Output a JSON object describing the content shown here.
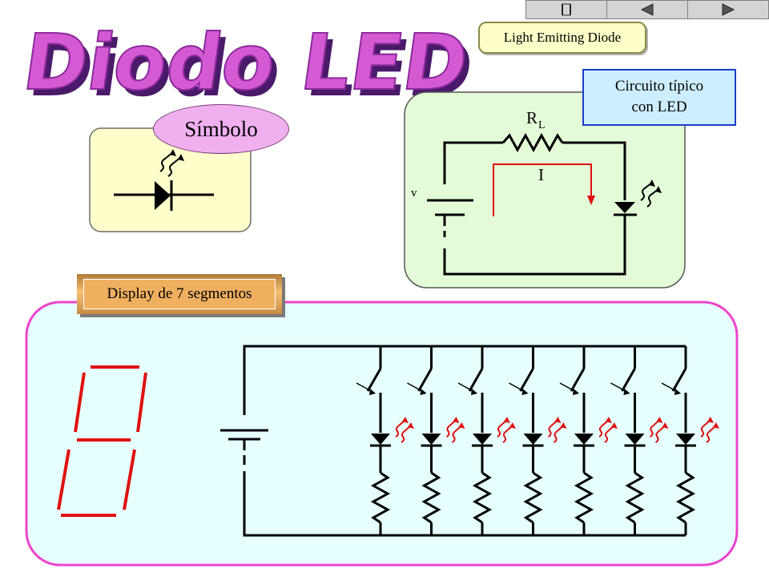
{
  "title": "Diodo LED",
  "nav": {
    "buttons": [
      {
        "icon": "first-slide-icon"
      },
      {
        "icon": "previous-slide-icon"
      },
      {
        "icon": "next-slide-icon"
      }
    ]
  },
  "subtitle": "Light Emitting Diode",
  "symbol_label": "Símbolo",
  "circuit": {
    "heading_line1": "Circuito típico",
    "heading_line2": "con LED",
    "resistor_label": "R",
    "resistor_subscript": "L",
    "voltage_label": "v",
    "current_label": "I"
  },
  "display": {
    "label": "Display de 7 segmentos",
    "led_count": 7
  },
  "colors": {
    "title_fill": "#d45ad4",
    "title_dark": "#4a1a6a",
    "symbol_panel": "#ffffcc",
    "circuit_panel": "#e4fbd8",
    "display_panel": "#e6ffff",
    "display_border": "#ee44cc",
    "segment_red": "#e01010",
    "arrow_red": "#e01010",
    "heading_border": "#1a3ec8"
  }
}
